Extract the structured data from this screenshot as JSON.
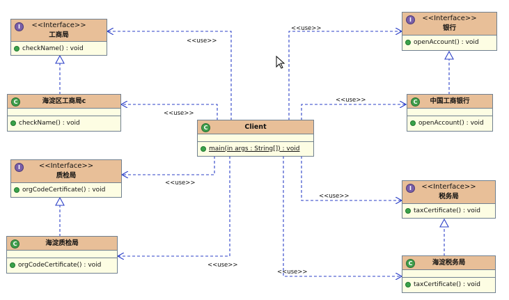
{
  "use_label": "<<use>>",
  "cursor_icon": "pointer-arrow",
  "colors": {
    "header": "#e8bf98",
    "body": "#fdfde3",
    "interface_badge": "#7a5fa8",
    "class_badge": "#3f9e4b",
    "line": "#2b3fc7"
  },
  "client": {
    "name": "Client",
    "operation": "main(in args : String[]) : void"
  },
  "gongshang_interface": {
    "stereotype": "<<Interface>>",
    "name": "工商局",
    "operation": "checkName() : void"
  },
  "haidian_gongshang": {
    "name": "海淀区工商局c",
    "operation": "checkName() : void"
  },
  "zhijian_interface": {
    "stereotype": "<<Interface>>",
    "name": "质检局",
    "operation": "orgCodeCertificate() : void"
  },
  "haidian_zhijian": {
    "name": "海淀质检局",
    "operation": "orgCodeCertificate() : void"
  },
  "bank_interface": {
    "stereotype": "<<Interface>>",
    "name": "银行",
    "operation": "openAccount() : void"
  },
  "icbc": {
    "name": "中国工商银行",
    "operation": "openAccount() : void"
  },
  "tax_interface": {
    "stereotype": "<<Interface>>",
    "name": "税务局",
    "operation": "taxCertificate() : void"
  },
  "haidian_tax": {
    "name": "海淀税务局",
    "operation": "taxCertificate() : void"
  }
}
